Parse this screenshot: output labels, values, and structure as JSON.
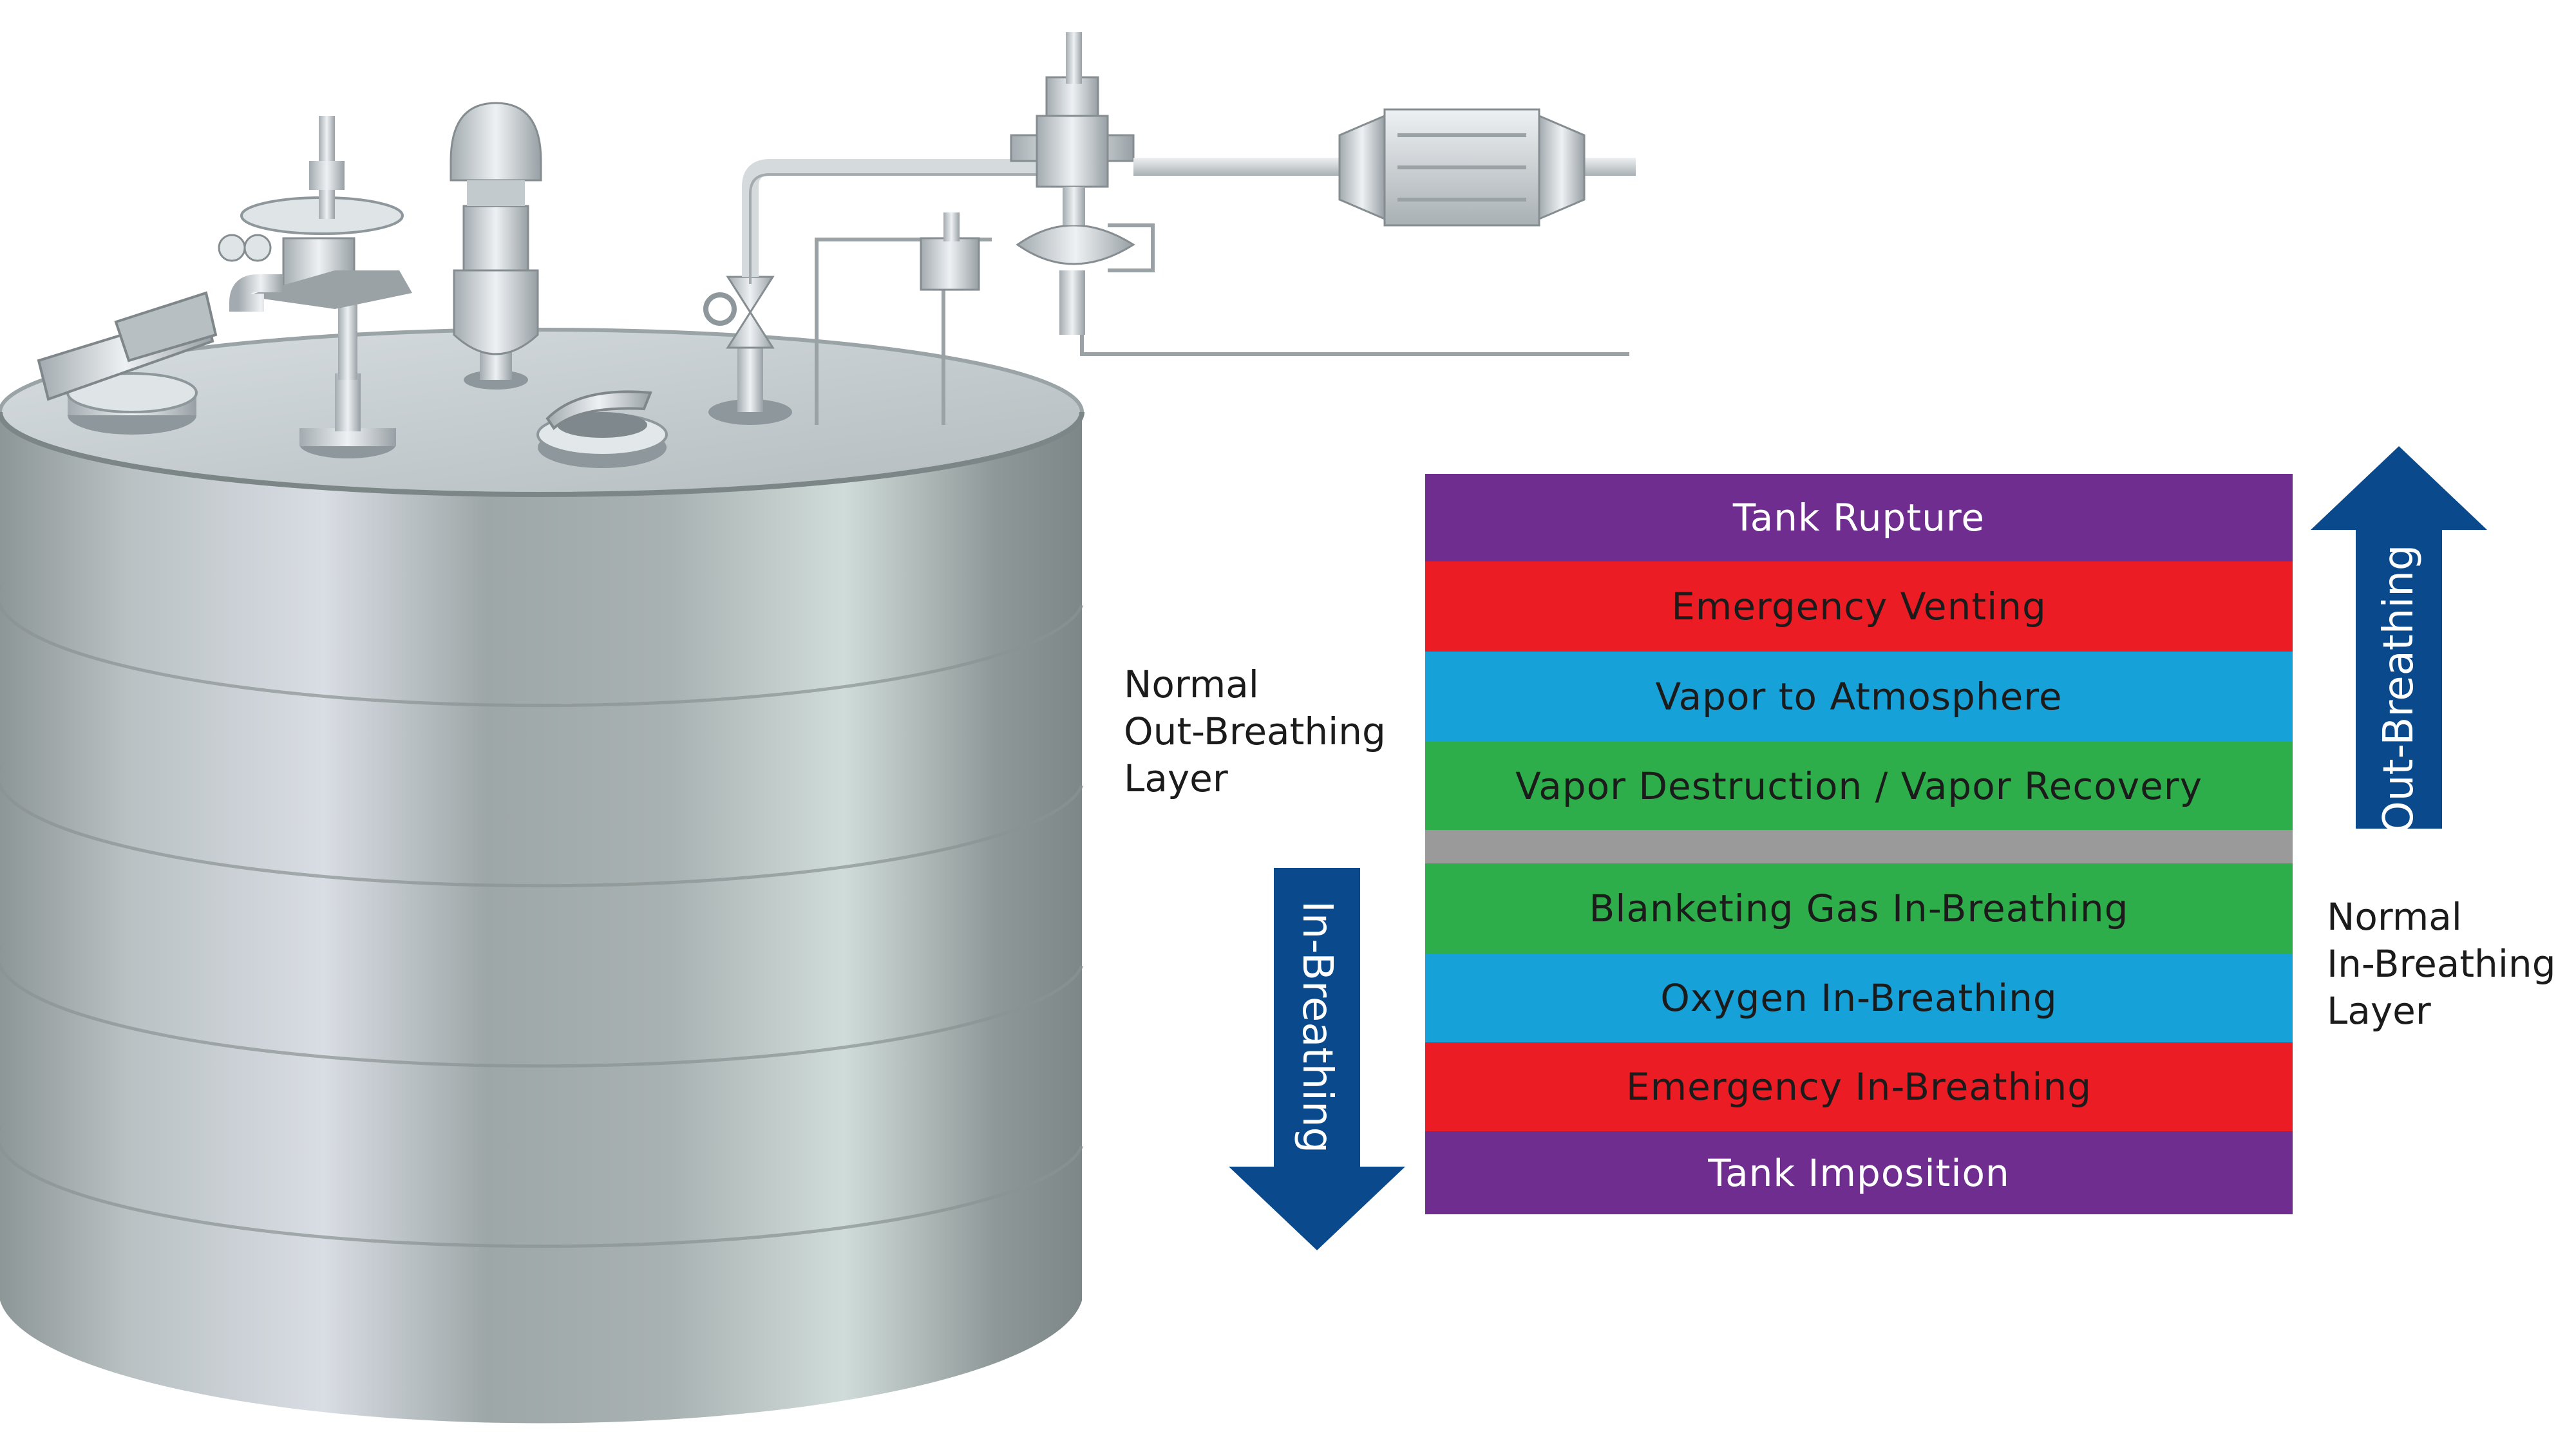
{
  "layers": [
    {
      "label": "Tank Rupture",
      "color": "#6f2d8f",
      "text_color": "light"
    },
    {
      "label": "Emergency Venting",
      "color": "#ec1c24",
      "text_color": "dark"
    },
    {
      "label": "Vapor to Atmosphere",
      "color": "#16a1d8",
      "text_color": "dark"
    },
    {
      "label": "Vapor Destruction / Vapor Recovery",
      "color": "#2eae4a",
      "text_color": "dark"
    },
    {
      "label": "",
      "color": "#9a9a9a",
      "text_color": "dark"
    },
    {
      "label": "Blanketing Gas In-Breathing",
      "color": "#2eae4a",
      "text_color": "dark"
    },
    {
      "label": "Oxygen In-Breathing",
      "color": "#16a1d8",
      "text_color": "dark"
    },
    {
      "label": "Emergency In-Breathing",
      "color": "#ec1c24",
      "text_color": "dark"
    },
    {
      "label": "Tank Imposition",
      "color": "#6f2d8f",
      "text_color": "light"
    }
  ],
  "out_breathing_label": {
    "line1": "Normal",
    "line2": "Out-Breathing",
    "line3": "Layer"
  },
  "in_breathing_label": {
    "line1": "Normal",
    "line2": "In-Breathing",
    "line3": "Layer"
  },
  "out_breathing_arrow": {
    "text": "Out-Breathing",
    "color": "#0a4a8c",
    "direction": "up"
  },
  "in_breathing_arrow": {
    "text": "In-Breathing",
    "color": "#0a4a8c",
    "direction": "down"
  },
  "illustration": {
    "tank_color": "#a9b3b3",
    "roof_color": "#c8d0d2",
    "pipe_color": "#d8dde0",
    "icons": [
      "storage-tank",
      "emergency-vent-hatch",
      "pressure-vacuum-valve",
      "flame-arrester",
      "gauge-hatch",
      "manual-valve",
      "blanketing-regulator",
      "detonation-arrester"
    ]
  }
}
